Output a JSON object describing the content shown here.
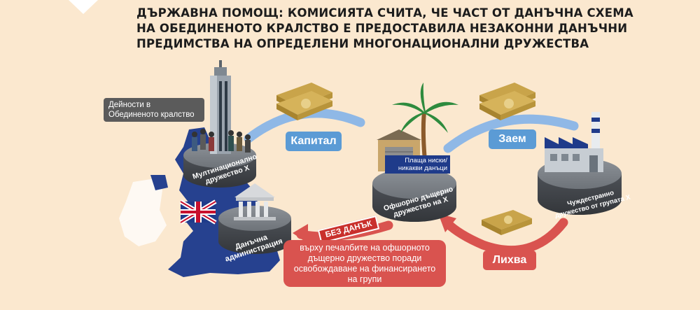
{
  "title": {
    "line1": "ДЪРЖАВНА ПОМОЩ: КОМИСИЯТА СЧИТА, ЧЕ ЧАСТ ОТ ДАНЪЧНА СХЕМА",
    "line2": "НА ОБЕДИНЕНОТО КРАЛСТВО Е ПРЕДОСТАВИЛА НЕЗАКОННИ ДАНЪЧНИ",
    "line3": "ПРЕДИМСТВА НА ОПРЕДЕЛЕНИ МНОГОНАЦИОНАЛНИ ДРУЖЕСТВА"
  },
  "uk_activities": "Дейности в Обединеното кралство",
  "entities": {
    "multinational": {
      "line1": "Мултинационално",
      "line2": "дружество X"
    },
    "tax_admin": {
      "line1": "Данъчна",
      "line2": "администрация"
    },
    "offshore": {
      "line1": "Офшорно дъщерно",
      "line2": "дружество на X"
    },
    "foreign": {
      "line1": "Чуждестранно",
      "line2": "дружество от групата X"
    }
  },
  "flows": {
    "capital": "Капитал",
    "loan": "Заем",
    "interest": "Лихва"
  },
  "tax_note": "Плаща ниски/ никакви данъци",
  "no_tax": "БЕЗ ДАНЪК",
  "explanation": "върху печалбите на офшорното дъщерно дружество поради освобождаване на финансирането на групи",
  "colors": {
    "background": "#fbe8cf",
    "flow_blue": "#8fb8e6",
    "flow_red": "#d9534f",
    "map_blue": "#26418f",
    "disk": "#555a60"
  }
}
